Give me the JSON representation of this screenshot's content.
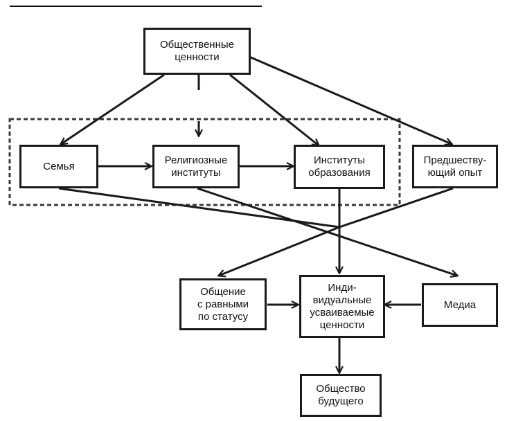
{
  "diagram": {
    "nodes": {
      "social_values": "Общественные\nценности",
      "family": "Семья",
      "religious_institutions": "Религиозные\nинституты",
      "educational_institutions": "Институты\nобразования",
      "prior_experience": "Предшеству-\nющий опыт",
      "peer_communication": "Общение\nс равными\nпо статусу",
      "individual_values": "Инди-\nвидуальные\nусваиваемые\nценности",
      "media": "Медиа",
      "future_society": "Общество\nбудущего"
    },
    "colors": {
      "line": "#1a1a1a",
      "dash": "#3a3a3a"
    }
  }
}
